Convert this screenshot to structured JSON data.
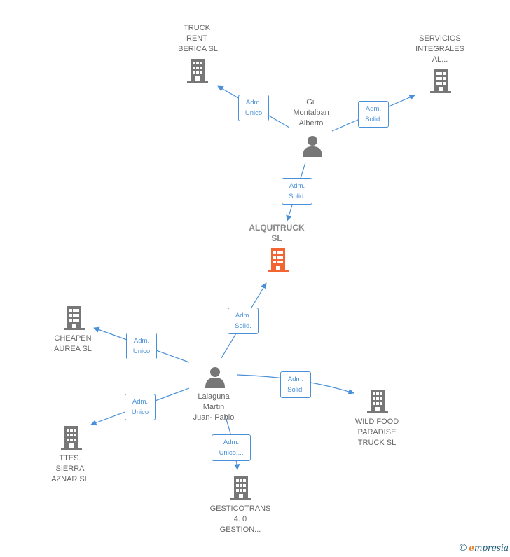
{
  "colors": {
    "edge": "#4a90d9",
    "node": "#777777",
    "main": "#f26533"
  },
  "nodes": {
    "truck_rent": {
      "label": "TRUCK\nRENT\nIBERICA SL",
      "icon": "building-icon"
    },
    "servicios": {
      "label": "SERVICIOS\nINTEGRALES\nAL...",
      "icon": "building-icon"
    },
    "gil": {
      "label": "Gil\nMontalban\nAlberto",
      "icon": "person-icon"
    },
    "alquitruck": {
      "label": "ALQUITRUCK\nSL",
      "icon": "building-icon"
    },
    "cheapen": {
      "label": "CHEAPEN\nAUREA SL",
      "icon": "building-icon"
    },
    "lalaguna": {
      "label": "Lalaguna\nMartin\nJuan- Pablo",
      "icon": "person-icon"
    },
    "wild_food": {
      "label": "WILD FOOD\nPARADISE\nTRUCK SL",
      "icon": "building-icon"
    },
    "ttes": {
      "label": "TTES.\nSIERRA\nAZNAR SL",
      "icon": "building-icon"
    },
    "gesticotrans": {
      "label": "GESTICOTRANS\n4. 0\nGESTION...",
      "icon": "building-icon"
    }
  },
  "edges": {
    "gil_truck": "Adm.\nUnico",
    "gil_servicios": "Adm.\nSolid.",
    "gil_alquitruck": "Adm.\nSolid.",
    "lal_alquitruck": "Adm.\nSolid.",
    "lal_cheapen": "Adm.\nUnico",
    "lal_ttes": "Adm.\nUnico",
    "lal_wild": "Adm.\nSolid.",
    "lal_gesti": "Adm.\nUnico,..."
  },
  "footer": {
    "copyright": "©",
    "brand_e": "e",
    "brand_rest": "mpresia"
  }
}
